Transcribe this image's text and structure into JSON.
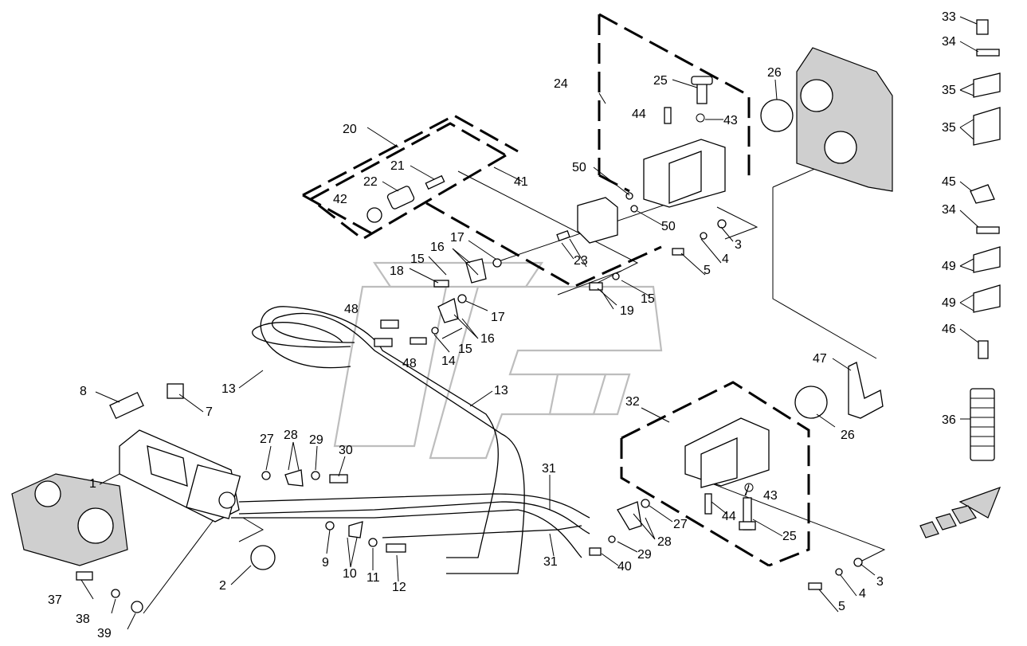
{
  "colors": {
    "line": "#000000",
    "background": "#ffffff",
    "watermark": "#bdbdbd",
    "fill_dotted": "#cfcfcf"
  },
  "labels": {
    "l1": "1",
    "l2": "2",
    "l3a": "3",
    "l3b": "3",
    "l4a": "4",
    "l4b": "4",
    "l5a": "5",
    "l5b": "5",
    "l7": "7",
    "l8": "8",
    "l9": "9",
    "l10": "10",
    "l11": "11",
    "l12": "12",
    "l13a": "13",
    "l13b": "13",
    "l14": "14",
    "l15a": "15",
    "l15b": "15",
    "l15c": "15",
    "l16a": "16",
    "l16b": "16",
    "l17a": "17",
    "l17b": "17",
    "l18": "18",
    "l19": "19",
    "l20": "20",
    "l21": "21",
    "l22": "22",
    "l23": "23",
    "l24": "24",
    "l25a": "25",
    "l25b": "25",
    "l26a": "26",
    "l26b": "26",
    "l27a": "27",
    "l27b": "27",
    "l28a": "28",
    "l28b": "28",
    "l29a": "29",
    "l29b": "29",
    "l30": "30",
    "l31a": "31",
    "l31b": "31",
    "l32": "32",
    "l33": "33",
    "l34a": "34",
    "l34b": "34",
    "l35a": "35",
    "l35b": "35",
    "l36": "36",
    "l37": "37",
    "l38": "38",
    "l39": "39",
    "l40": "40",
    "l41": "41",
    "l42": "42",
    "l43a": "43",
    "l43b": "43",
    "l44a": "44",
    "l44b": "44",
    "l45": "45",
    "l46": "46",
    "l47": "47",
    "l48a": "48",
    "l48b": "48",
    "l49a": "49",
    "l49b": "49",
    "l50a": "50",
    "l50b": "50"
  }
}
